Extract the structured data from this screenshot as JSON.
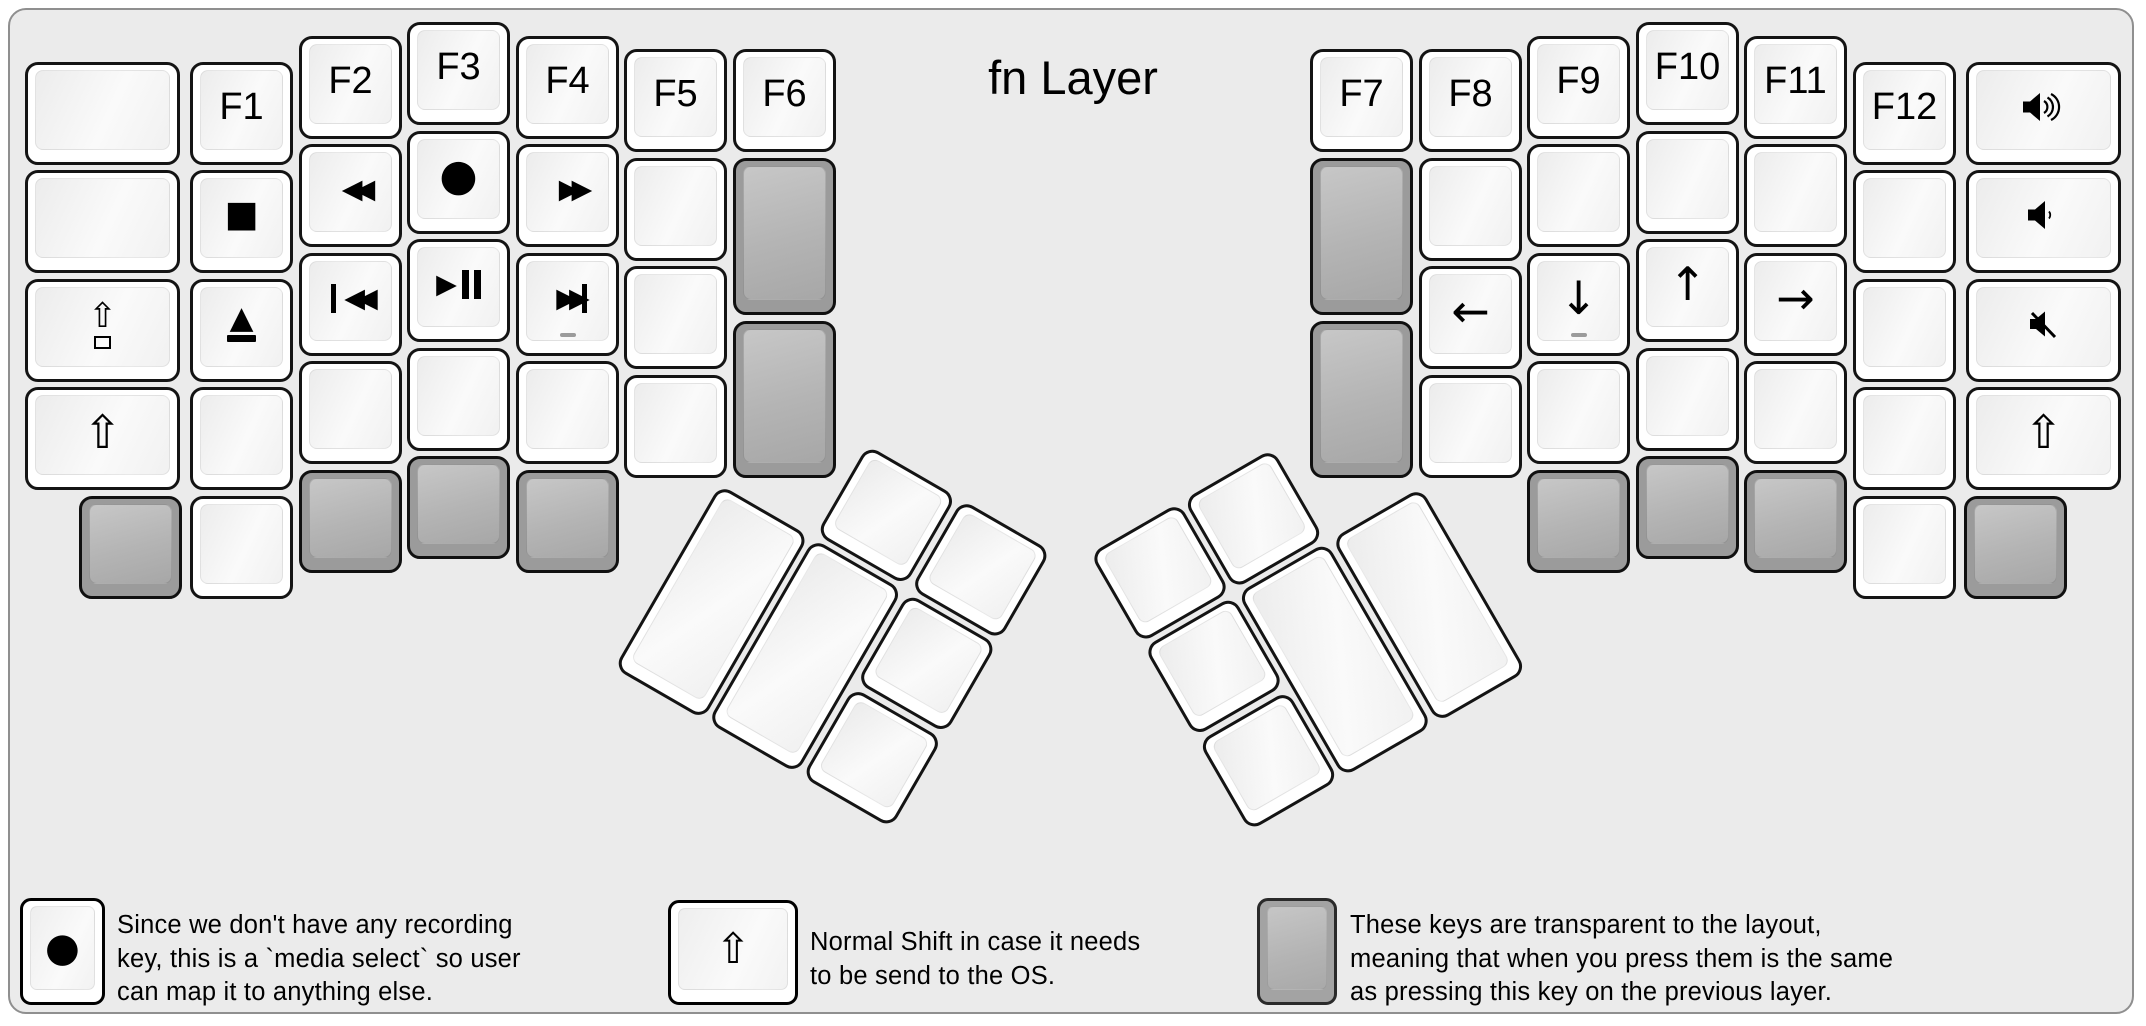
{
  "title": "fn Layer",
  "colors": {
    "background": "#ebebeb",
    "case_border": "#8f8f8f",
    "key_white": "#ffffff",
    "key_transparent_gray": "#9b9b9b",
    "key_border": "#141414",
    "text": "#000000",
    "front_dash": "#9b9b9b"
  },
  "labels": {
    "f1": "F1",
    "f2": "F2",
    "f3": "F3",
    "f4": "F4",
    "f5": "F5",
    "f6": "F6",
    "f7": "F7",
    "f8": "F8",
    "f9": "F9",
    "f10": "F10",
    "f11": "F11",
    "f12": "F12"
  },
  "glyphs": {
    "shift": "⇧",
    "caps_arrow": "⇧",
    "eject_triangle": "▲",
    "stop": "■",
    "record": "●",
    "rewind": "◀◀",
    "fast_forward": "▶▶",
    "prev_triangles": "◀◀",
    "next_triangles": "▶▶",
    "play": "▶",
    "arrow_left": "←",
    "arrow_down": "↓",
    "arrow_up": "↑",
    "arrow_right": "→"
  },
  "icons": {
    "volume_up": "speaker-with-three-waves",
    "volume_down": "speaker-with-one-wave",
    "mute": "speaker-with-slash",
    "transparent_key": "gray-blank-keycap",
    "front_dash": "small-gray-underscore-on-key-front"
  },
  "legend": [
    {
      "key_icon": "record",
      "lines": [
        "Since we don't have any recording",
        "key, this is a `media select` so user",
        "can map it to anything else."
      ]
    },
    {
      "key_icon": "shift",
      "lines": [
        "Normal Shift in case it needs",
        "to be send to the OS."
      ]
    },
    {
      "key_icon": "transparent",
      "lines": [
        "These keys are transparent to the layout,",
        "meaning that when you press them is the same",
        "as pressing this key on the previous layer."
      ]
    }
  ]
}
